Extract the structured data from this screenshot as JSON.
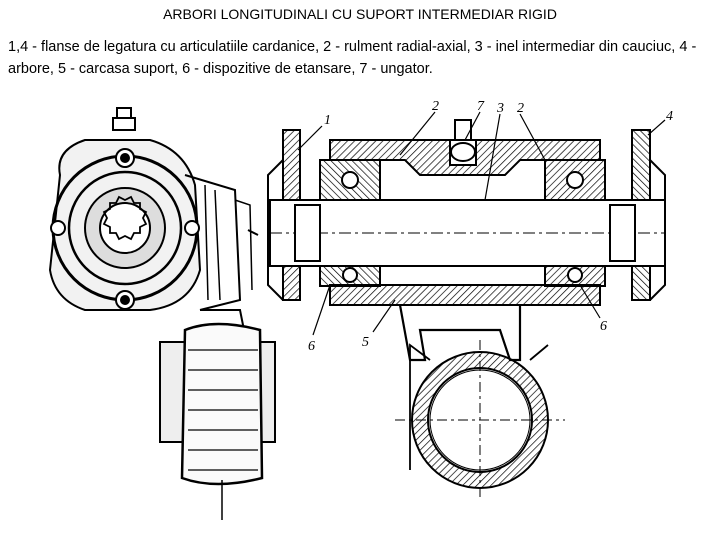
{
  "title": "ARBORI LONGITUDINALI CU SUPORT INTERMEDIAR RIGID",
  "caption": "1,4 - flanse de legatura cu articulatiile cardanice, 2 - rulment radial-axial, 3 - inel intermediar din cauciuc, 4 - arbore, 5 - carcasa suport, 6 - dispozitive de etansare, 7 - ungator.",
  "callouts": {
    "c1": "1",
    "c2a": "2",
    "c7": "7",
    "c3": "3",
    "c2b": "2",
    "c4": "4",
    "c6a": "6",
    "c5": "5",
    "c6b": "6"
  }
}
